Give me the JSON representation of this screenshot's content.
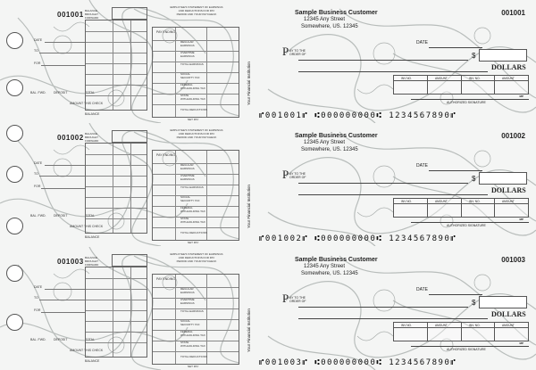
{
  "colors": {
    "background": "#f4f5f4",
    "ink": "#222222",
    "swirl": "#9aa09e"
  },
  "checks": [
    {
      "number": "001001",
      "customer": {
        "name": "Sample Business Customer",
        "address": "12345 Any Street",
        "city": "Somewhere, US. 12345"
      },
      "bank": "Your Financial Institution",
      "pay_big": "P",
      "pay_small": "AY TO THE\nORDER OF",
      "date_label": "DATE",
      "dollar_sign": "$",
      "dollars_label": "DOLLARS",
      "invoice_headers": [
        "INV NO.",
        "AMOUNT",
        "INV. NO.",
        "AMOUNT"
      ],
      "mp": "MP",
      "signature_label": "AUTHORIZED SIGNATURE",
      "micr": "⑈001001⑈  ⑆000000000⑆ 1234567890⑈",
      "stub": {
        "balance_forward": "BALANCE\nBROUGHT\nFORWARD",
        "date": "DATE",
        "to": "TO",
        "for": "FOR",
        "bal_fwd": "BAL. FWD.",
        "deposit": "DEPOSIT",
        "total": "TOTAL",
        "amount_this_check": "AMOUNT THIS CHECK",
        "balance": "BALANCE",
        "payroll_title": "EMPLOYEE'S STATEMENT OF EARNINGS\nAND DEDUCTIONS FOR PAY\nPERIOD AND YOUR PAYCHECK",
        "regular": "REGULAR\nEARNINGS",
        "overtime": "OVERTIME\nEARNINGS",
        "total_earnings": "TOTAL EARNINGS",
        "social": "SOCIAL\nSECURITY TAX",
        "federal": "FEDERAL\nWITHHOLDING TAX",
        "state": "STATE\nWITHHOLDING TAX",
        "total_deductions": "TOTAL DEDUCTIONS",
        "net_pay": "NET PAY",
        "pay_ending": "PAY ENDING"
      }
    },
    {
      "number": "001002",
      "customer": {
        "name": "Sample Business Customer",
        "address": "12345 Any Street",
        "city": "Somewhere, US. 12345"
      },
      "bank": "Your Financial Institution",
      "pay_big": "P",
      "pay_small": "AY TO THE\nORDER OF",
      "date_label": "DATE",
      "dollar_sign": "$",
      "dollars_label": "DOLLARS",
      "invoice_headers": [
        "INV NO.",
        "AMOUNT",
        "INV. NO.",
        "AMOUNT"
      ],
      "mp": "MP",
      "signature_label": "AUTHORIZED SIGNATURE",
      "micr": "⑈001002⑈  ⑆000000000⑆ 1234567890⑈",
      "stub": {
        "balance_forward": "BALANCE\nBROUGHT\nFORWARD",
        "date": "DATE",
        "to": "TO",
        "for": "FOR",
        "bal_fwd": "BAL. FWD.",
        "deposit": "DEPOSIT",
        "total": "TOTAL",
        "amount_this_check": "AMOUNT THIS CHECK",
        "balance": "BALANCE",
        "payroll_title": "EMPLOYEE'S STATEMENT OF EARNINGS\nAND DEDUCTIONS FOR PAY\nPERIOD AND YOUR PAYCHECK",
        "regular": "REGULAR\nEARNINGS",
        "overtime": "OVERTIME\nEARNINGS",
        "total_earnings": "TOTAL EARNINGS",
        "social": "SOCIAL\nSECURITY TAX",
        "federal": "FEDERAL\nWITHHOLDING TAX",
        "state": "STATE\nWITHHOLDING TAX",
        "total_deductions": "TOTAL DEDUCTIONS",
        "net_pay": "NET PAY",
        "pay_ending": "PAY ENDING"
      }
    },
    {
      "number": "001003",
      "customer": {
        "name": "Sample Business Customer",
        "address": "12345 Any Street",
        "city": "Somewhere, US. 12345"
      },
      "bank": "Your Financial Institution",
      "pay_big": "P",
      "pay_small": "AY TO THE\nORDER OF",
      "date_label": "DATE",
      "dollar_sign": "$",
      "dollars_label": "DOLLARS",
      "invoice_headers": [
        "INV NO.",
        "AMOUNT",
        "INV. NO.",
        "AMOUNT"
      ],
      "mp": "MP",
      "signature_label": "AUTHORIZED SIGNATURE",
      "micr": "⑈001003⑈  ⑆000000000⑆ 1234567890⑈",
      "stub": {
        "balance_forward": "BALANCE\nBROUGHT\nFORWARD",
        "date": "DATE",
        "to": "TO",
        "for": "FOR",
        "bal_fwd": "BAL. FWD.",
        "deposit": "DEPOSIT",
        "total": "TOTAL",
        "amount_this_check": "AMOUNT THIS CHECK",
        "balance": "BALANCE",
        "payroll_title": "EMPLOYEE'S STATEMENT OF EARNINGS\nAND DEDUCTIONS FOR PAY\nPERIOD AND YOUR PAYCHECK",
        "regular": "REGULAR\nEARNINGS",
        "overtime": "OVERTIME\nEARNINGS",
        "total_earnings": "TOTAL EARNINGS",
        "social": "SOCIAL\nSECURITY TAX",
        "federal": "FEDERAL\nWITHHOLDING TAX",
        "state": "STATE\nWITHHOLDING TAX",
        "total_deductions": "TOTAL DEDUCTIONS",
        "net_pay": "NET PAY",
        "pay_ending": "PAY ENDING"
      }
    }
  ]
}
